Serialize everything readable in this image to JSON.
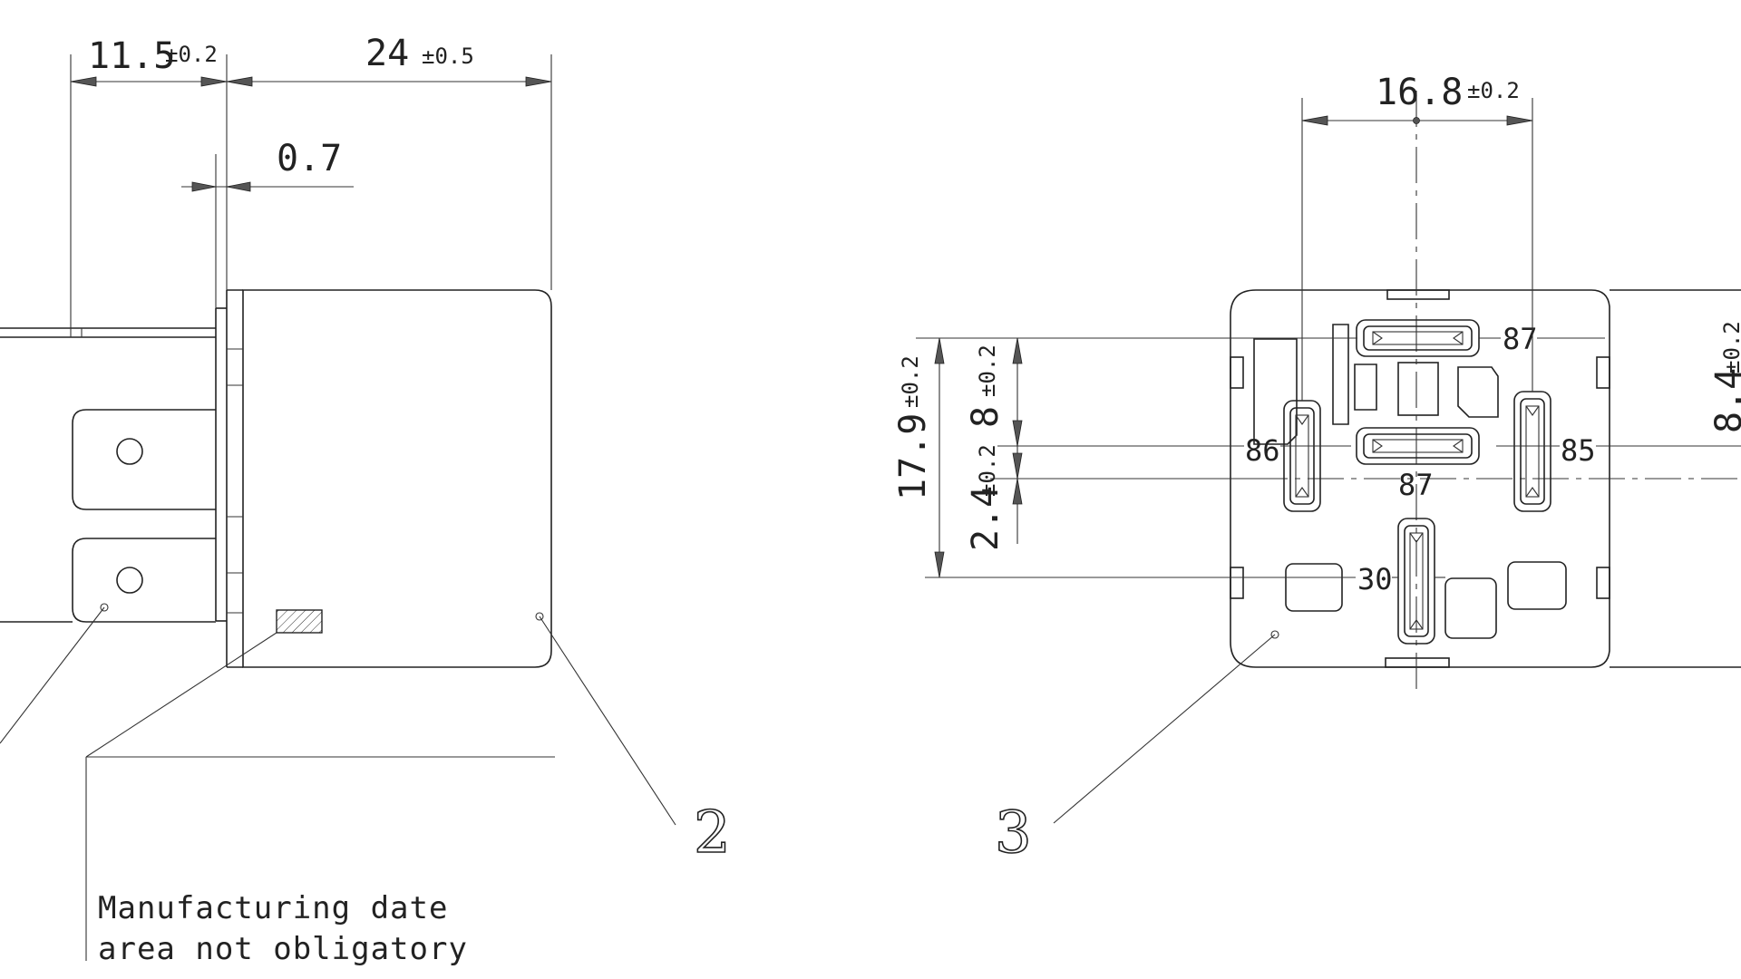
{
  "side_view": {
    "dim_pin_length": {
      "value": "11.5",
      "tol": "±0.2"
    },
    "dim_body_length": {
      "value": "24",
      "tol": "±0.5"
    },
    "dim_flange": {
      "value": "0.7"
    },
    "note_line1": "Manufacturing date",
    "note_line2": "area not obligatory",
    "balloon_2": "2"
  },
  "front_view": {
    "dim_pin_pitch_h": {
      "value": "16.8",
      "tol": "±0.2"
    },
    "dim_overall_v": {
      "value": "17.9",
      "tol": "±0.2"
    },
    "dim_upper_v": {
      "value": "8",
      "tol": "±0.2"
    },
    "dim_offset_v": {
      "value": "2.4",
      "tol": "±0.2"
    },
    "dim_right_v": {
      "value": "8.4",
      "tol": "±0.2"
    },
    "pins": {
      "p87_top": "87",
      "p86": "86",
      "p85": "85",
      "p87_mid": "87",
      "p30": "30"
    },
    "balloon_3": "3"
  }
}
